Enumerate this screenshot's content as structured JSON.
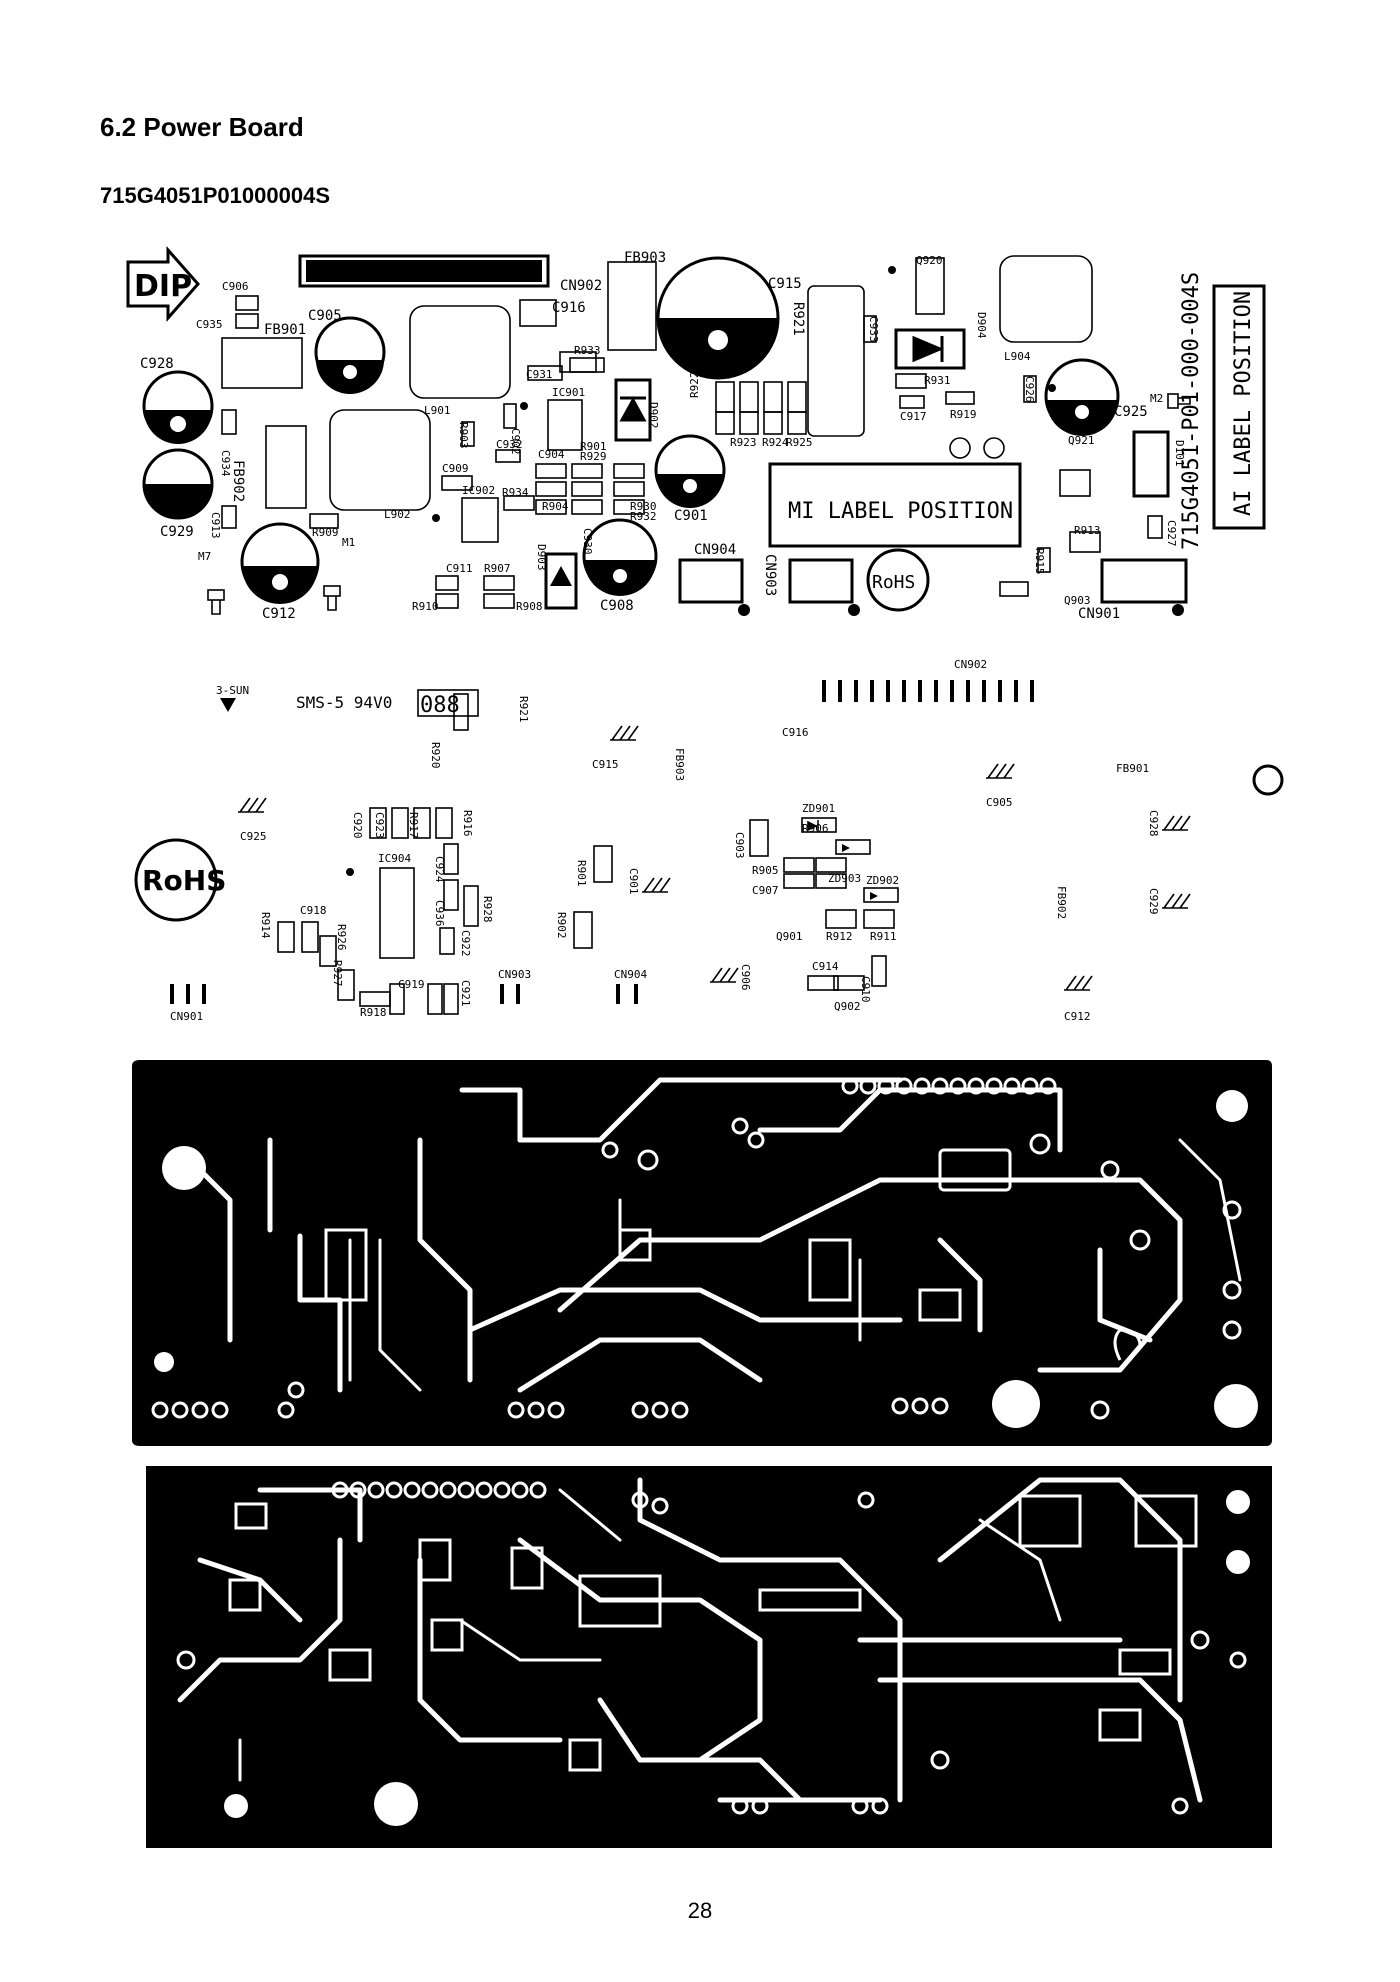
{
  "document": {
    "section_title": "6.2 Power Board",
    "part_number": "715G4051P01000004S",
    "page_number": "28"
  },
  "top_silkscreen": {
    "labels": {
      "dip": "DIP",
      "ai_label": "AI LABEL POSITION",
      "mi_label": "MI LABEL POSITION",
      "board_code": "715G4051-P01-000-004S",
      "rohs": "RoHS"
    },
    "components": [
      "C906",
      "C935",
      "C905",
      "FB901",
      "C928",
      "C934",
      "FB902",
      "C929",
      "C913",
      "M7",
      "C912",
      "R909",
      "M1",
      "L902",
      "L901",
      "R903",
      "C902",
      "C932",
      "C909",
      "IC902",
      "R934",
      "C904",
      "R904",
      "R901",
      "R929",
      "R933",
      "IC901",
      "C931",
      "C916",
      "CN902",
      "FB903",
      "D902",
      "R930",
      "R932",
      "C930",
      "D903",
      "C911",
      "R907",
      "R910",
      "R908",
      "C908",
      "C901",
      "CN904",
      "CN903",
      "C915",
      "R922",
      "R921",
      "R923",
      "R924",
      "R925",
      "C933",
      "Q920",
      "D904",
      "R931",
      "C917",
      "R919",
      "L904",
      "C926",
      "C925",
      "Q921",
      "M2",
      "D101",
      "R913",
      "C927",
      "R915",
      "Q903",
      "CN901"
    ]
  },
  "bottom_silkscreen": {
    "marking": "SMS-5 94V0",
    "maker": "3-SUN",
    "date_code": "088",
    "rohs": "RoHS",
    "components": [
      "R921",
      "R920",
      "C915",
      "FB903",
      "C916",
      "CN902",
      "C905",
      "FB901",
      "C928",
      "C925",
      "C920",
      "C923",
      "R917",
      "R916",
      "IC904",
      "C924",
      "C936",
      "R928",
      "C922",
      "C918",
      "R914",
      "R926",
      "R927",
      "C919",
      "R918",
      "C921",
      "CN901",
      "CN903",
      "CN904",
      "R901",
      "C901",
      "R902",
      "C903",
      "ZD901",
      "R906",
      "R905",
      "ZD903",
      "C907",
      "ZD902",
      "Q901",
      "R912",
      "R911",
      "C906",
      "C914",
      "C910",
      "Q902",
      "FB902",
      "C929",
      "C912"
    ]
  }
}
